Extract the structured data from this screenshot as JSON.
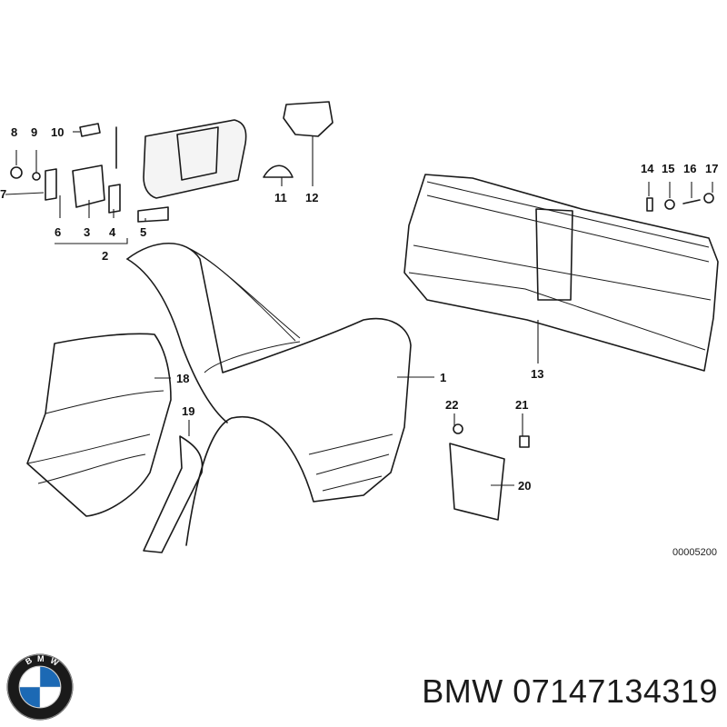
{
  "diagram": {
    "callouts": {
      "c1": "1",
      "c2": "2",
      "c3": "3",
      "c4": "4",
      "c5": "5",
      "c6": "6",
      "c7": "7",
      "c8": "8",
      "c9": "9",
      "c10": "10",
      "c11": "11",
      "c12": "12",
      "c13": "13",
      "c14": "14",
      "c15": "15",
      "c16": "16",
      "c17": "17",
      "c18": "18",
      "c19": "19",
      "c20": "20",
      "c21": "21",
      "c22": "22"
    },
    "reference_code": "00005200"
  },
  "brand": {
    "logo_icon": "bmw-roundel-icon",
    "colors": {
      "blue": "#1c69b4",
      "ring": "#1a1a1a"
    }
  },
  "caption": {
    "text": "BMW 07147134319"
  }
}
